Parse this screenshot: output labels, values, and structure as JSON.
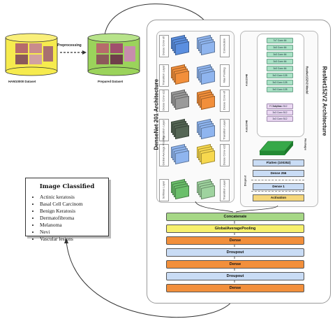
{
  "dataset": {
    "raw_label": "HAM10000 Dataset",
    "prepared_label": "Prepared Dataset",
    "preprocessing_label": "Preprocessing"
  },
  "densenet": {
    "title": "DenseNet 201 Architecture",
    "left_col": [
      "Dense Conv x6",
      "Transition Layer",
      "Dense Conv x12",
      "Transition Layer",
      "Global Average Pooling",
      "Softmax Layer"
    ],
    "right_col": [
      "Convolution",
      "Max Pooling",
      "Dense Conv x6",
      "Transition Layer",
      "Dense Conv x12",
      "Transition Layer"
    ]
  },
  "resnet": {
    "title": "ResNet152V2 Architecture",
    "model_label": "ResNet152V2 Model",
    "side_label_top": "Axis2048",
    "side_label_mid": "Axis2048",
    "reshape_label": "Reshape",
    "blocks": [
      "7x7 Conv 64",
      "3x3 Conv 64",
      "3x3 Conv 64",
      "3x3 Conv 64",
      "3x3 Conv 64",
      "3x3 Conv 128",
      "3x3 Conv 128",
      "3x3 Conv 128"
    ],
    "fc_label": "FC Layers",
    "blocks2": [
      "3x3 Conv 512",
      "3x3 Conv 512",
      "3x3 Conv 512"
    ],
    "flatten": "Flatten (100352)",
    "dense256": "Dense 256",
    "dropout": "Dropout",
    "dense1": "Dense 1",
    "activation": "Activation"
  },
  "merge": {
    "layers": [
      "Concatenate",
      "GlobalAveragePooling",
      "Dense",
      "Droupout",
      "Dense",
      "Droupout",
      "Dense"
    ]
  },
  "classified": {
    "title": "Image Classified",
    "items": [
      "Actinic keratosis",
      "Basal Cell Carcinom",
      "Benign Keratosis",
      "Dermatofibroma",
      "Melanoma",
      "Nevi",
      "Vascular lesions"
    ]
  },
  "colors": {
    "concat": "#a6d786",
    "gap": "#f7f06d",
    "dense": "#f28f3b",
    "dropout": "#c9dcf5",
    "cylinder_raw": "#f6eb4e",
    "cylinder_prepared": "#9bd35b"
  }
}
